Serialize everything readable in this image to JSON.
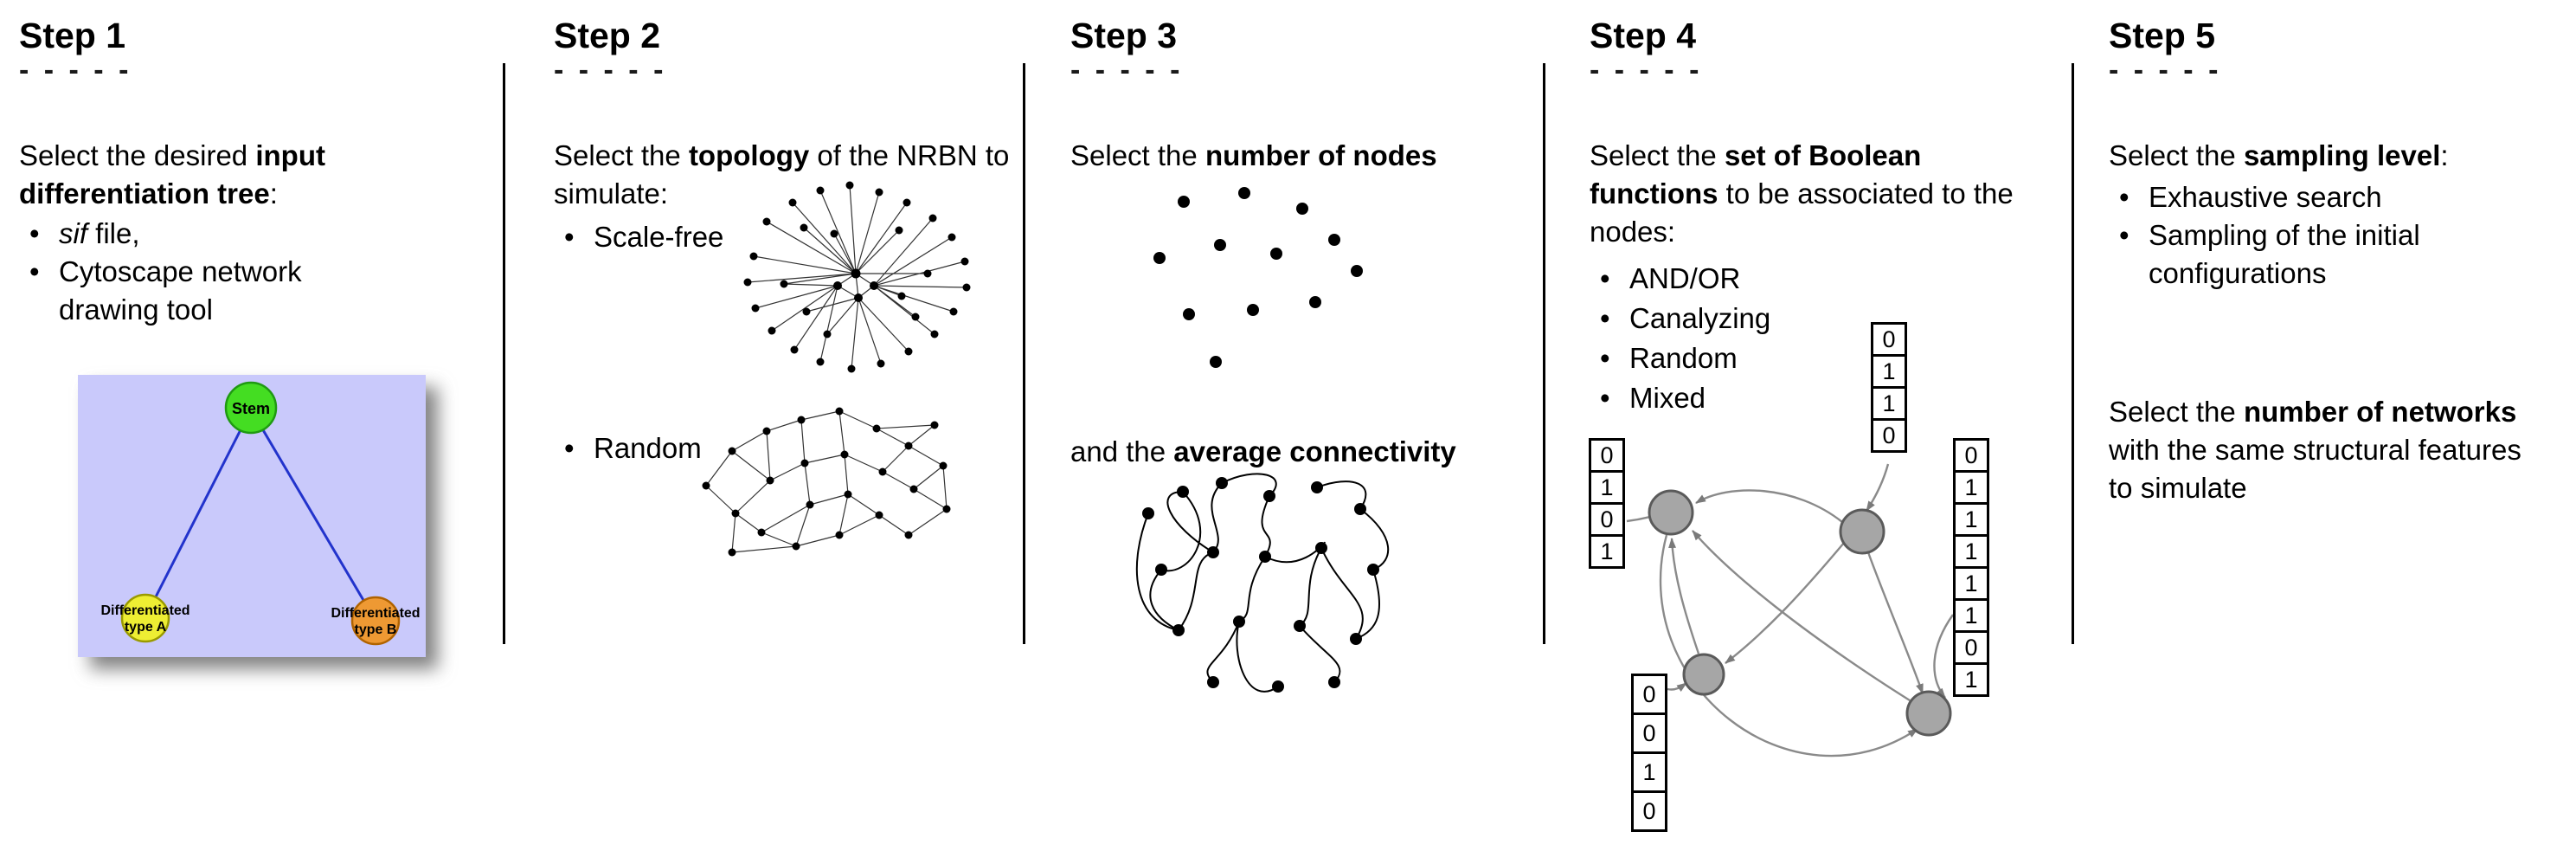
{
  "steps": [
    {
      "title": "Step 1",
      "dashes": "- - - - -",
      "text": {
        "pre": "Select the desired ",
        "bold": "input differentiation tree",
        "post": ":"
      },
      "bullet1": {
        "italic": "sif",
        "rest": " file,"
      },
      "bullet2": "Cytoscape network drawing tool",
      "tree": {
        "background": "#c9c9fb",
        "edge_color": "#2233cc",
        "stem": {
          "label": "Stem",
          "color": "#44dd22"
        },
        "type_a": {
          "line1": "Differentiated",
          "line2": "type A",
          "color": "#eeee33"
        },
        "type_b": {
          "line1": "Differentiated",
          "line2": "type B",
          "color": "#ee9933"
        }
      }
    },
    {
      "title": "Step 2",
      "dashes": "- - - - -",
      "text": {
        "pre": "Select the ",
        "bold": "topology",
        "post": " of the NRBN to simulate:"
      },
      "bullet1": "Scale-free",
      "bullet2": "Random"
    },
    {
      "title": "Step 3",
      "dashes": "- - - - -",
      "text1": {
        "pre": "Select the ",
        "bold": "number of nodes",
        "post": ""
      },
      "text2": {
        "pre": "and the ",
        "bold": "average connectivity",
        "post": ""
      }
    },
    {
      "title": "Step 4",
      "dashes": "- - - - -",
      "text": {
        "pre": "Select the ",
        "bold": "set of Boolean functions",
        "post": " to be associated to the nodes:"
      },
      "bullets": [
        "AND/OR",
        "Canalyzing",
        "Random",
        "Mixed"
      ],
      "node_color": "#a6a6a6",
      "edge_color": "#8a8a8a",
      "truth_tables": {
        "left": [
          "0",
          "1",
          "0",
          "1"
        ],
        "top": [
          "0",
          "1",
          "1",
          "0"
        ],
        "right": [
          "0",
          "1",
          "1",
          "1",
          "1",
          "1",
          "0",
          "1"
        ],
        "bottom": [
          "0",
          "0",
          "1",
          "0"
        ]
      }
    },
    {
      "title": "Step 5",
      "dashes": "- - - - -",
      "text1": {
        "pre": "Select the ",
        "bold": "sampling level",
        "post": ":"
      },
      "bullets": [
        "Exhaustive search",
        "Sampling of the initial configurations"
      ],
      "text2": {
        "pre": "Select the ",
        "bold": "number of networks",
        "post": " with the same structural features to simulate"
      }
    }
  ]
}
